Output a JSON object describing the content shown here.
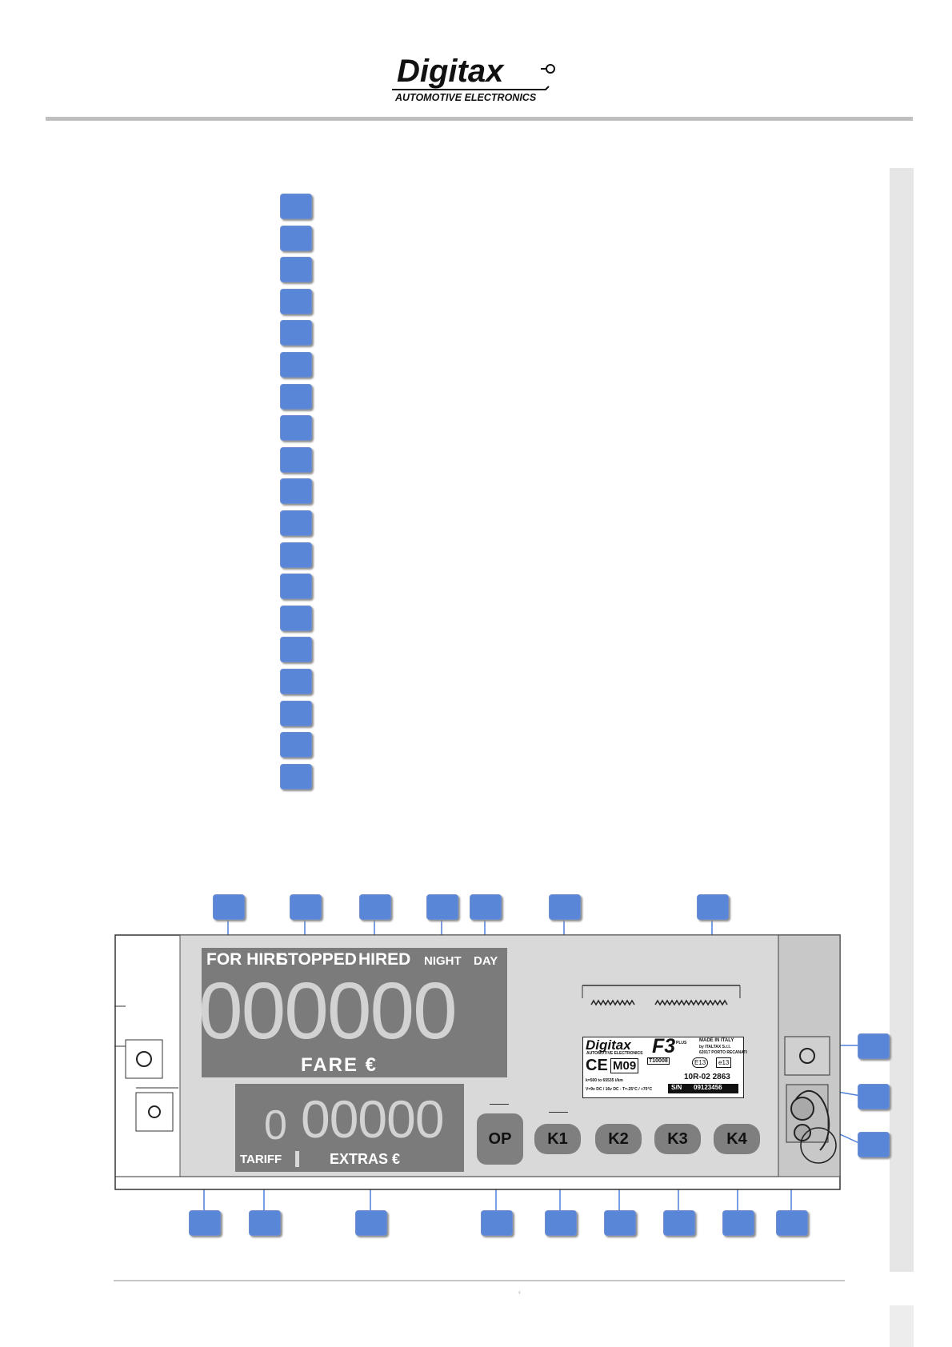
{
  "header": {
    "brand": "Digitax",
    "tagline": "AUTOMOTIVE ELECTRONICS"
  },
  "legend": {
    "count": 19
  },
  "device": {
    "indicators": {
      "for_hire": "FOR HIRE",
      "stopped": "STOPPED",
      "hired": "HIRED",
      "night": "NIGHT",
      "day": "DAY"
    },
    "main_display": {
      "digits": "000000",
      "label": "FARE €"
    },
    "sub_display": {
      "tariff_digit": "0",
      "extras_digits": "00000",
      "tariff_label": "TARIFF",
      "extras_label": "EXTRAS €"
    },
    "keys": [
      "OP",
      "K1",
      "K2",
      "K3",
      "K4"
    ],
    "plate": {
      "brand": "Digitax",
      "model": "F3",
      "model_suffix": "PLUS",
      "tagline": "AUTOMOTIVE ELECTRONICS",
      "made_in": "MADE IN ITALY",
      "maker": "by ITALTAX S.r.l.",
      "address": "62017 PORTO RECANATI",
      "ce": "CE",
      "m09": "M09",
      "cert": "T10008",
      "e13": "E13",
      "e13b": "e13",
      "approval": "10R-02 2863",
      "k_range": "k=500 to 65535 i/km",
      "voltage": "V=9v DC / 16v DC - T=-25°C / +70°C",
      "sn_label": "S/N",
      "sn": "09123456"
    }
  },
  "colors": {
    "badge": "#5a86d8",
    "display": "#7b7b7b",
    "digits": "#d2d2d2"
  }
}
